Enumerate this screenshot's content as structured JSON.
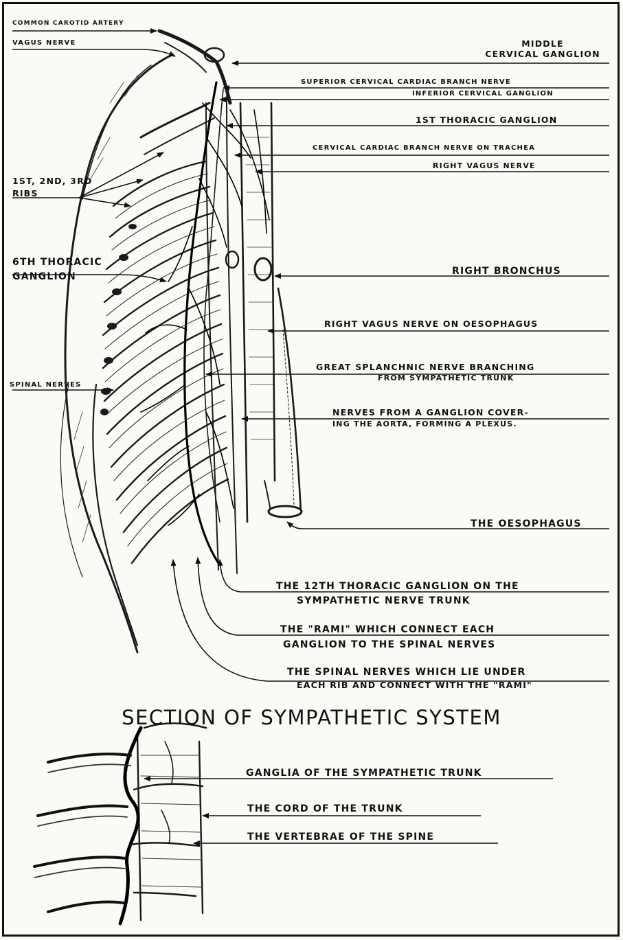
{
  "labels": {
    "common_carotid": "COMMON CAROTID ARTERY",
    "vagus": "VAGUS NERVE",
    "middle_ganglion_1": "MIDDLE",
    "middle_ganglion_2": "CERVICAL GANGLION",
    "sup_cardiac": "SUPERIOR CERVICAL CARDIAC BRANCH NERVE",
    "inf_ganglion": "INFERIOR CERVICAL GANGLION",
    "first_thoracic": "1ST THORACIC GANGLION",
    "cervical_trachea": "CERVICAL CARDIAC BRANCH NERVE ON TRACHEA",
    "right_vagus": "RIGHT VAGUS NERVE",
    "ribs_1": "1ST, 2ND, 3RD",
    "ribs_2": "RIBS",
    "sixth_ganglion_1": "6TH THORACIC",
    "sixth_ganglion_2": "GANGLION",
    "right_bronchus": "RIGHT BRONCHUS",
    "vagus_oesophagus": "RIGHT VAGUS NERVE ON OESOPHAGUS",
    "splanchnic_1": "GREAT SPLANCHNIC NERVE BRANCHING",
    "splanchnic_2": "FROM SYMPATHETIC TRUNK",
    "spinal_nerves": "SPINAL NERVES",
    "aorta_1": "NERVES FROM A GANGLION COVER-",
    "aorta_2": "ING THE AORTA, FORMING A PLEXUS.",
    "oesophagus": "THE OESOPHAGUS",
    "twelfth_1": "THE 12TH THORACIC GANGLION ON THE",
    "twelfth_2": "SYMPATHETIC NERVE TRUNK",
    "rami_1": "THE \"RAMI\" WHICH CONNECT EACH",
    "rami_2": "GANGLION TO THE SPINAL NERVES",
    "spinal_under_1": "THE SPINAL NERVES WHICH LIE UNDER",
    "spinal_under_2": "EACH RIB AND CONNECT WITH THE \"RAMI\"",
    "section_title": "SECTION OF SYMPATHETIC SYSTEM",
    "ganglia_trunk": "GANGLIA OF THE SYMPATHETIC TRUNK",
    "cord_trunk": "THE CORD OF THE TRUNK",
    "vertebrae": "THE VERTEBRAE OF THE SPINE"
  }
}
